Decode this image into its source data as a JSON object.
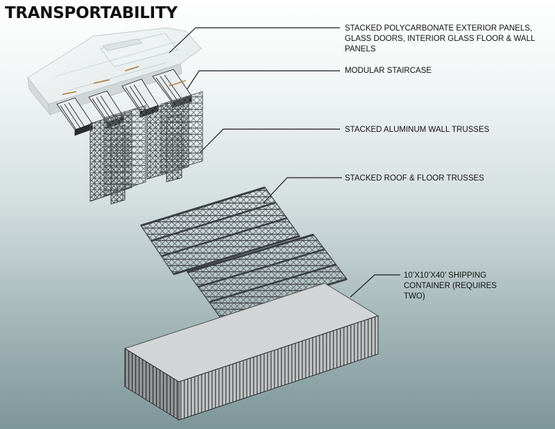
{
  "title": "TRANSPORTABILITY",
  "labels": {
    "panels": "STACKED POLYCARBONATE EXTERIOR PANELS, GLASS DOORS, INTERIOR GLASS FLOOR & WALL PANELS",
    "staircase": "MODULAR STAIRCASE",
    "wall_trusses": "STACKED ALUMINUM WALL TRUSSES",
    "roof_floor_trusses": "STACKED ROOF & FLOOR TRUSSES",
    "container": "10’X10’X40’ SHIPPING CONTAINER (REQUIRES TWO)"
  },
  "colors": {
    "leader": "#1a1a1a",
    "truss": "#5b5e61",
    "panel": "#e6eaea",
    "container_front": "#a9acad",
    "container_side": "#7c8082"
  }
}
